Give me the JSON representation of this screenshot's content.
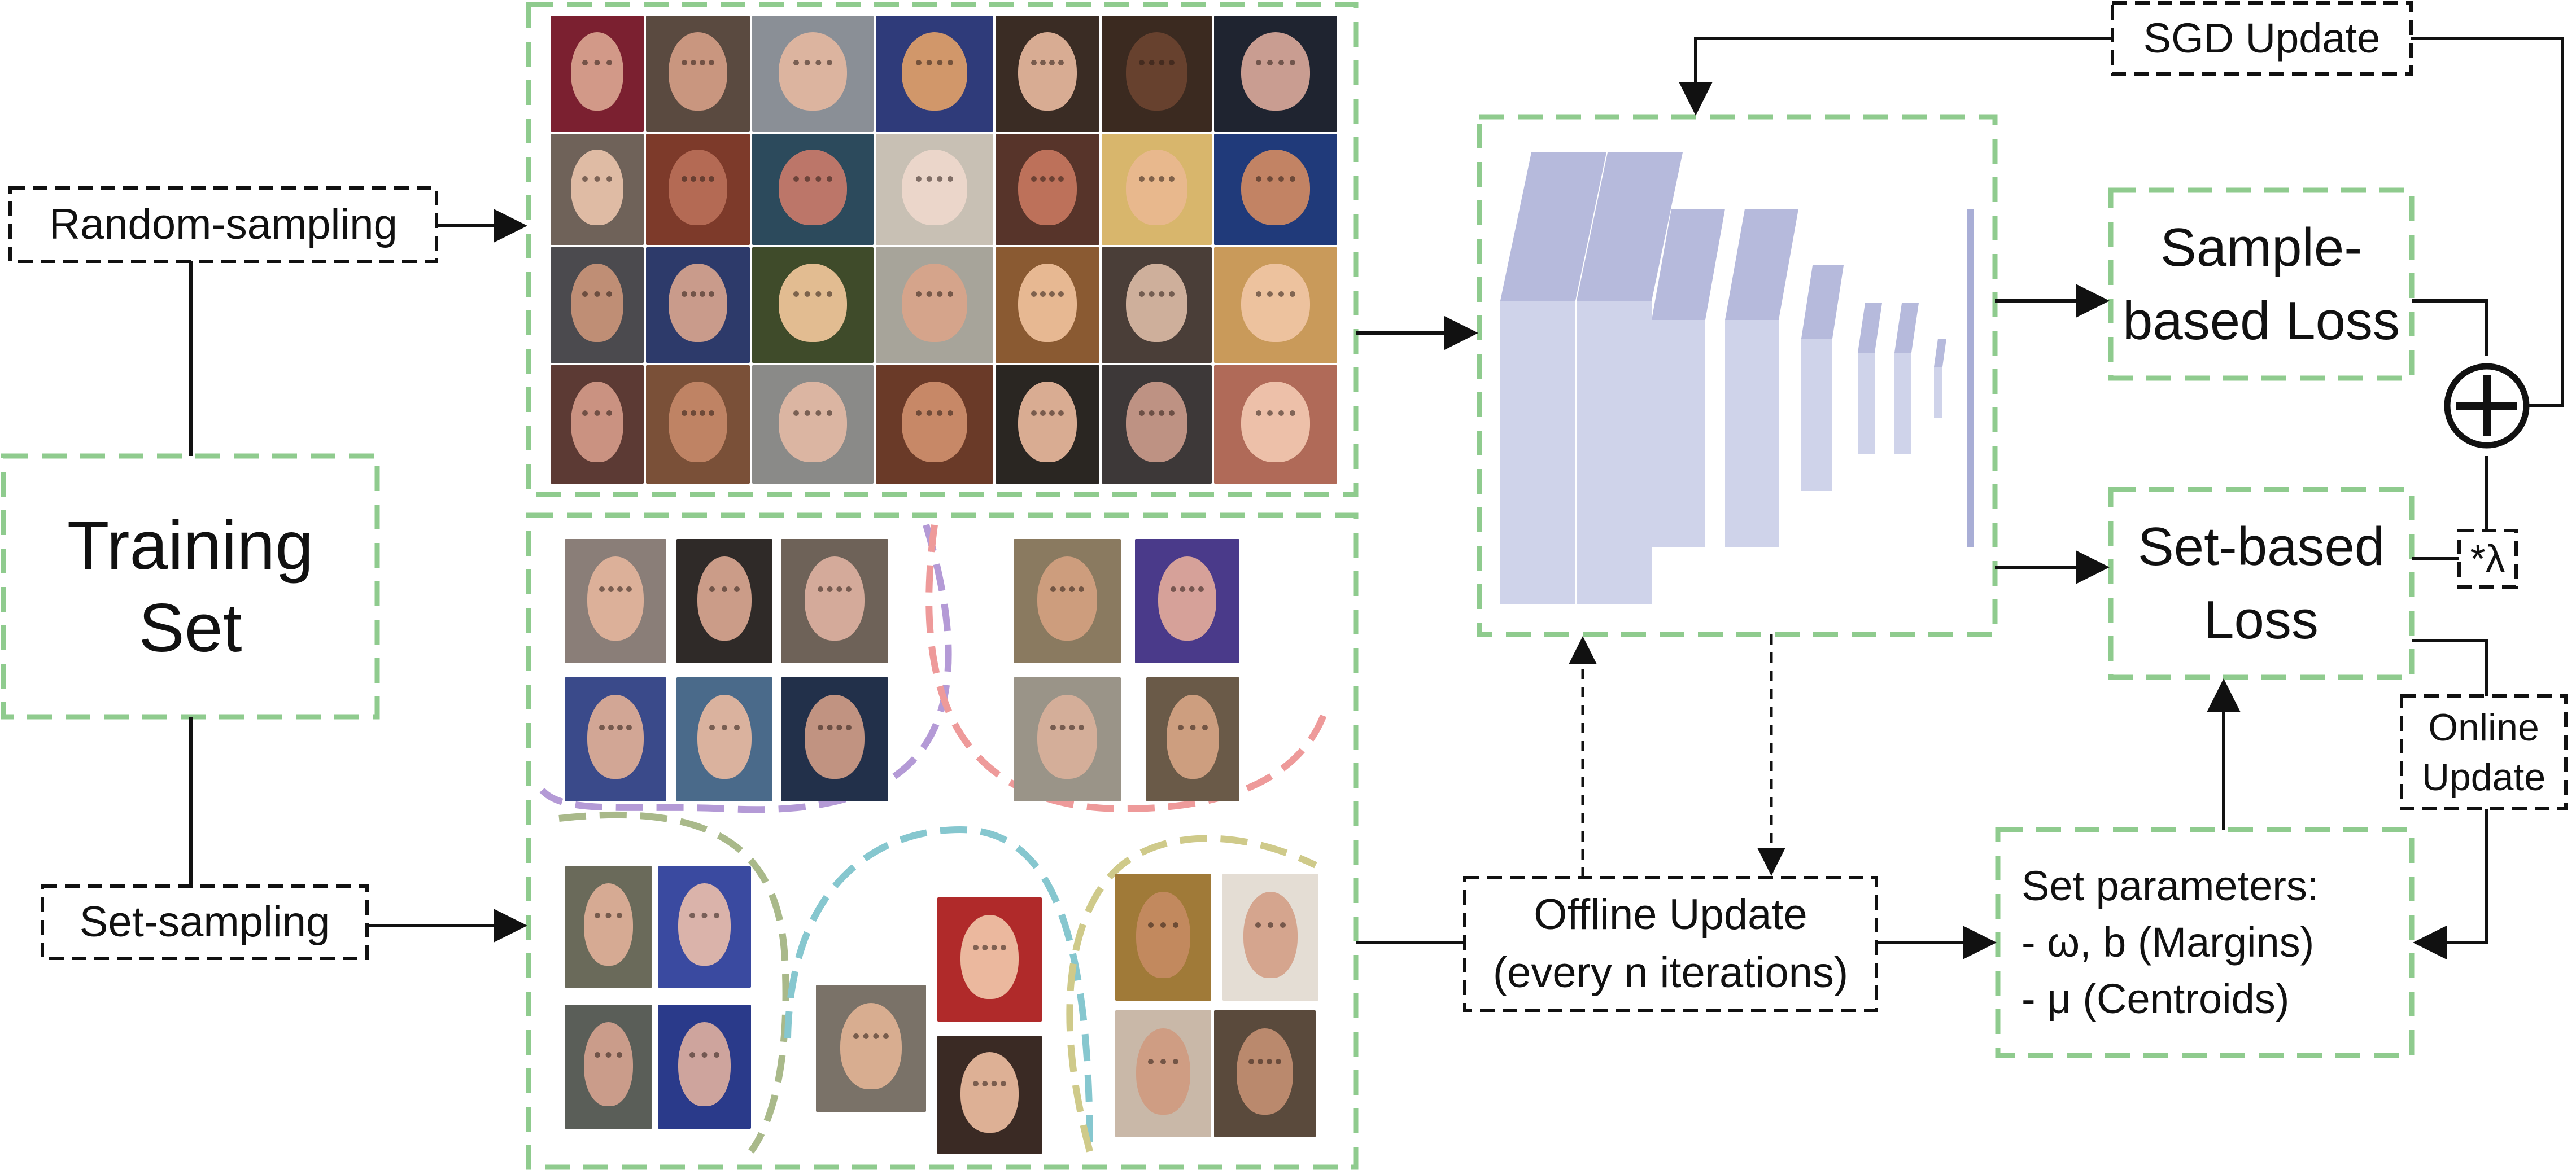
{
  "colors": {
    "green_dash": "#8fcb8e",
    "black_dash": "#111111",
    "layer_fill": "#c7cbe6",
    "layer_top": "#a9aed6",
    "purple_dash": "#b49ad6",
    "red_dash": "#ee9a9a",
    "olive_dash": "#a9b98a",
    "teal_dash": "#86c7cf",
    "khaki_dash": "#cfca8a"
  },
  "labels": {
    "random_sampling": "Random-sampling",
    "training_set": "Training\nSet",
    "set_sampling": "Set-sampling",
    "sgd_update": "SGD Update",
    "sample_loss": "Sample-\nbased Loss",
    "set_loss": "Set-based\nLoss",
    "lambda": "*λ",
    "online_update": "Online\nUpdate",
    "offline_update": "Offline Update\n(every n iterations)",
    "set_params": "Set parameters:\n- ω, b (Margins)\n- μ (Centroids)",
    "sum_symbol": "+"
  },
  "icons": {
    "sum_node": "circled-plus-icon",
    "network": "cnn-layer-stack-icon",
    "face": "face-photo-icon"
  }
}
